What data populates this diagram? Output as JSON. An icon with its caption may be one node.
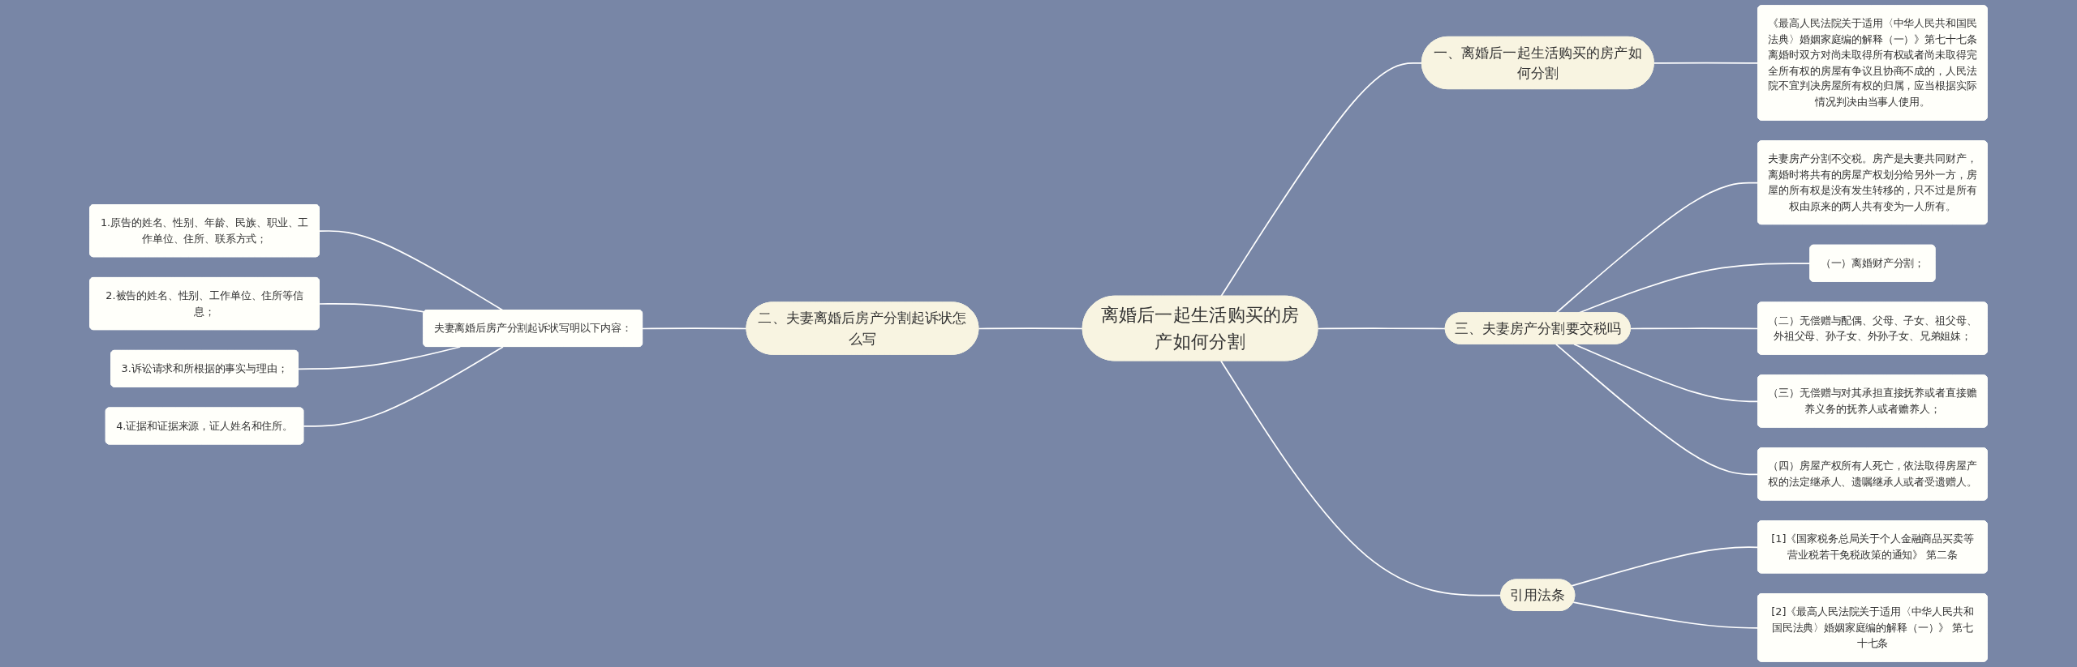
{
  "diagram": {
    "nodes": [
      {
        "text": [
          "离婚后一起生活购买的房产如何分割"
        ]
      },
      {
        "text": [
          "一、离婚后一起生活购买的房产如何分割"
        ]
      },
      {
        "text": [
          "《最高人民法院关于适用〈中华人民共和国民法典〉婚姻家庭编的解释（一）》第七十七条离婚时双方对尚未取得所有权或者尚未取得完全所有权的房屋有争议且协商不成的，人民法院不宜判决房屋所有权的归属，应当根据实际情况判决由当事人使用。"
        ]
      },
      {
        "text": [
          "二、夫妻离婚后房产分割起诉状怎么写"
        ]
      },
      {
        "text": [
          "夫妻离婚后房产分割起诉状写明以下内容："
        ]
      },
      {
        "text": [
          "1.原告的姓名、性别、年龄、民族、职业、工作单位、住所、联系方式；"
        ]
      },
      {
        "text": [
          "2.被告的姓名、性别、工作单位、住所等信息；"
        ]
      },
      {
        "text": [
          "3.诉讼请求和所根据的事实与理由；"
        ]
      },
      {
        "text": [
          "4.证据和证据来源，证人姓名和住所。"
        ]
      },
      {
        "text": [
          "三、夫妻房产分割要交税吗"
        ]
      },
      {
        "text": [
          "夫妻房产分割不交税。房产是夫妻共同财产，离婚时将共有的房屋产权划分给另外一方，房屋的所有权是没有发生转移的，只不过是所有权由原来的两人共有变为一人所有。"
        ]
      },
      {
        "text": [
          "（一）离婚财产分割；"
        ]
      },
      {
        "text": [
          "（二）无偿赠与配偶、父母、子女、祖父母、外祖父母、孙子女、外孙子女、兄弟姐妹；"
        ]
      },
      {
        "text": [
          "（三）无偿赠与对其承担直接抚养或者直接赡养义务的抚养人或者赡养人；"
        ]
      },
      {
        "text": [
          "（四）房屋产权所有人死亡，依法取得房屋产权的法定继承人、遗嘱继承人或者受遗赠人。"
        ]
      },
      {
        "text": [
          "引用法条"
        ]
      },
      {
        "text": [
          "[1]《国家税务总局关于个人金融商品买卖等营业税若干免税政策的通知》 第二条"
        ]
      },
      {
        "text": [
          "[2]《最高人民法院关于适用〈中华人民共和国民法典〉婚姻家庭编的解释（一）》 第七十七条"
        ]
      }
    ],
    "edges": [
      {
        "from": 0,
        "to": 1,
        "arrow": "none"
      },
      {
        "from": 1,
        "to": 2,
        "arrow": "none"
      },
      {
        "from": 0,
        "to": 3,
        "arrow": "none"
      },
      {
        "from": 3,
        "to": 4,
        "arrow": "none"
      },
      {
        "from": 4,
        "to": 5,
        "arrow": "none"
      },
      {
        "from": 4,
        "to": 6,
        "arrow": "none"
      },
      {
        "from": 4,
        "to": 7,
        "arrow": "none"
      },
      {
        "from": 4,
        "to": 8,
        "arrow": "none"
      },
      {
        "from": 0,
        "to": 9,
        "arrow": "none"
      },
      {
        "from": 9,
        "to": 10,
        "arrow": "none"
      },
      {
        "from": 9,
        "to": 11,
        "arrow": "none"
      },
      {
        "from": 9,
        "to": 12,
        "arrow": "none"
      },
      {
        "from": 9,
        "to": 13,
        "arrow": "none"
      },
      {
        "from": 9,
        "to": 14,
        "arrow": "none"
      },
      {
        "from": 0,
        "to": 15,
        "arrow": "none"
      },
      {
        "from": 15,
        "to": 16,
        "arrow": "none"
      },
      {
        "from": 15,
        "to": 17,
        "arrow": "none"
      }
    ]
  }
}
